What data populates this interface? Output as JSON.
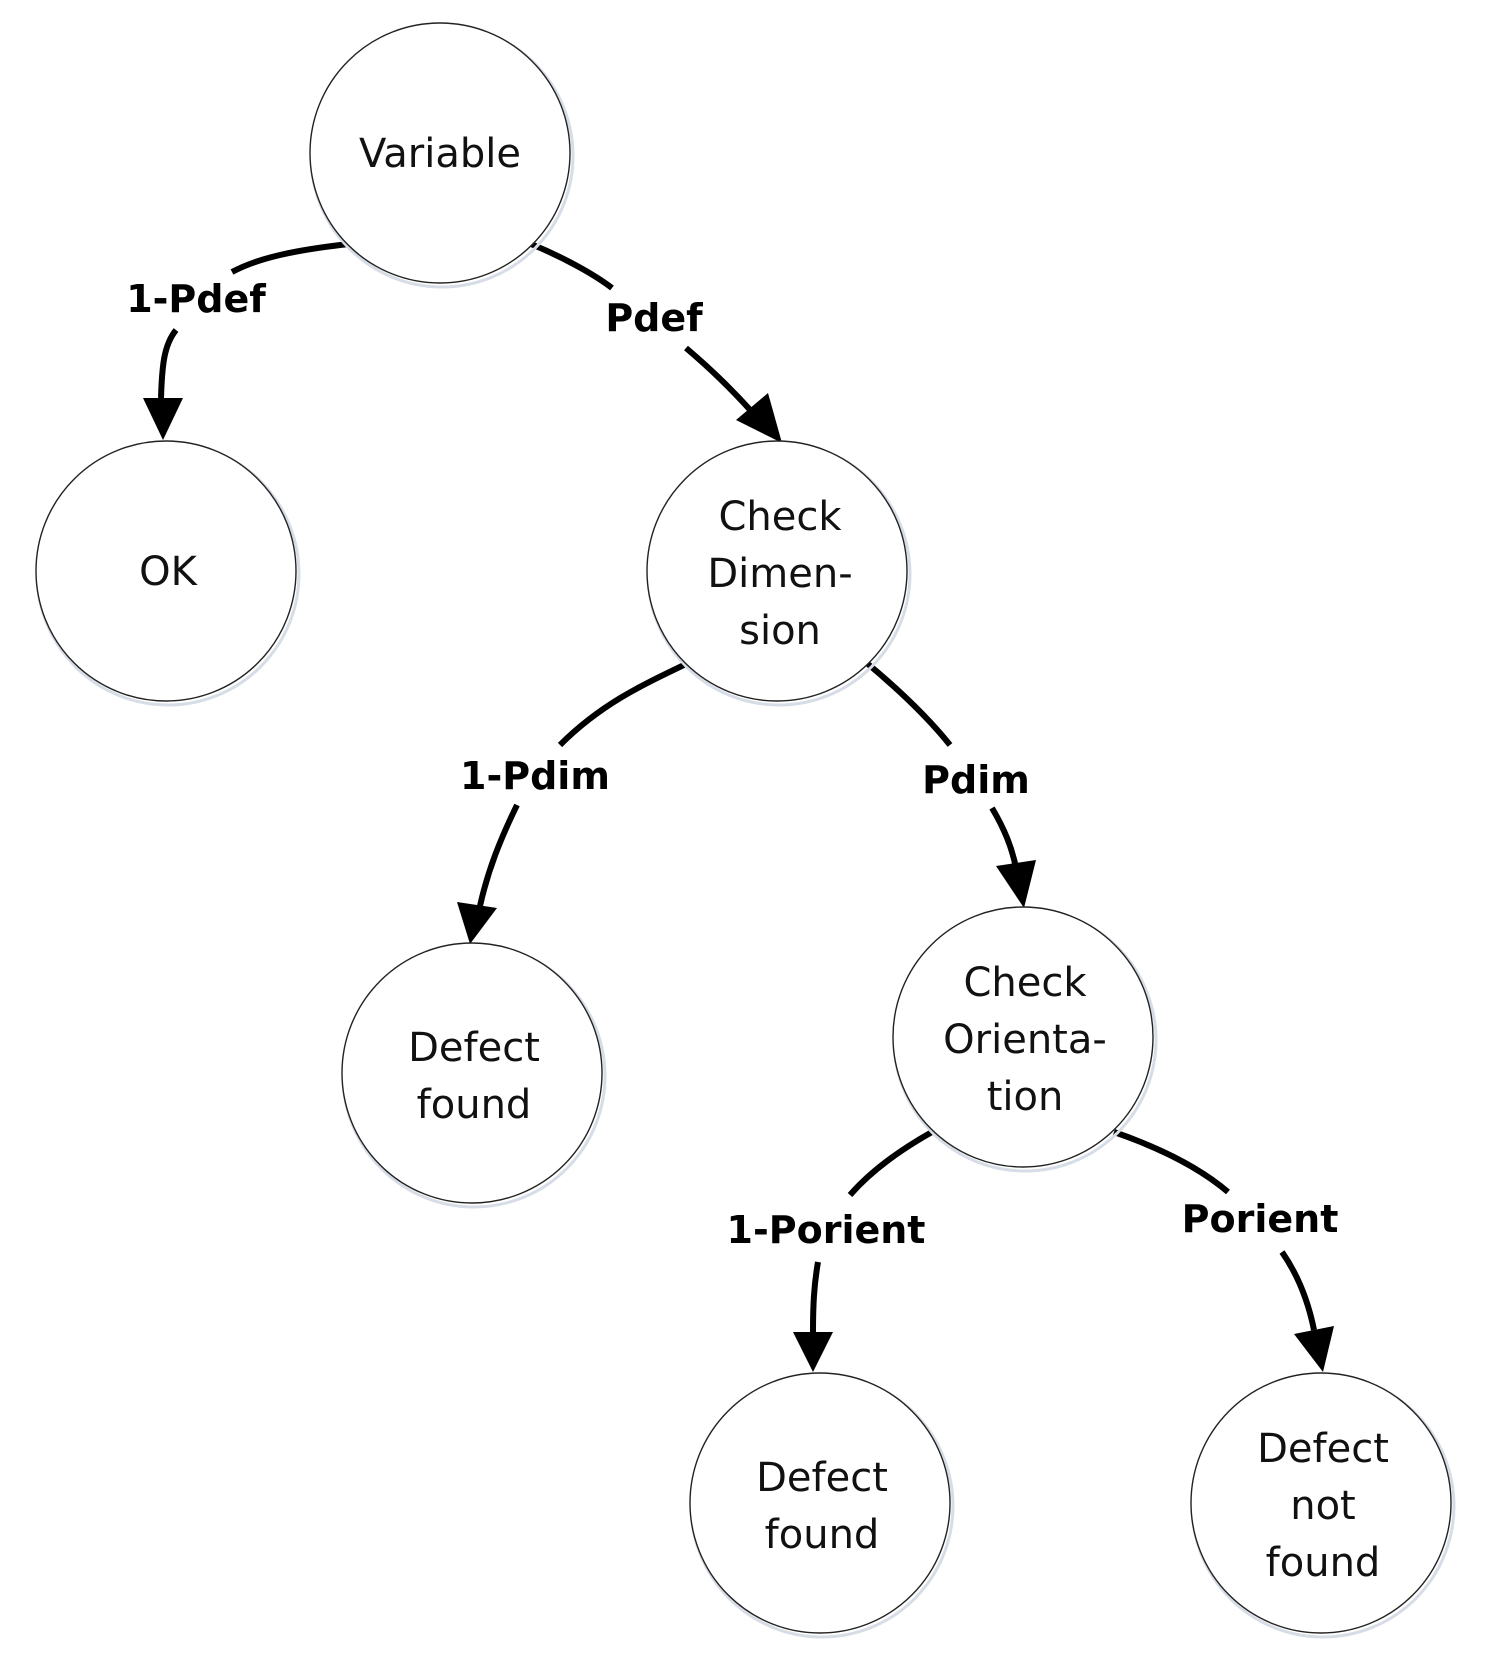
{
  "nodes": {
    "root": {
      "lines": [
        "Variable"
      ]
    },
    "ok": {
      "lines": [
        "OK"
      ]
    },
    "check_dimension": {
      "lines": [
        "Check",
        "Dimen-",
        "sion"
      ]
    },
    "defect_found_1": {
      "lines": [
        "Defect",
        "found"
      ]
    },
    "check_orientation": {
      "lines": [
        "Check",
        "Orienta-",
        "tion"
      ]
    },
    "defect_found_2": {
      "lines": [
        "Defect",
        "found"
      ]
    },
    "defect_not_found": {
      "lines": [
        "Defect",
        "not",
        "found"
      ]
    }
  },
  "edges": {
    "root_to_ok": {
      "label": "1-Pdef"
    },
    "root_to_check_dimension": {
      "label": "Pdef"
    },
    "check_dimension_to_defect_found": {
      "label": "1-Pdim"
    },
    "check_dimension_to_check_orientation": {
      "label": "Pdim"
    },
    "check_orientation_to_defect_found": {
      "label": "1-Porient"
    },
    "check_orientation_to_defect_not_found": {
      "label": "Porient"
    }
  },
  "colors": {
    "node_stroke": "#222222",
    "edge": "#000000",
    "background": "#ffffff"
  }
}
